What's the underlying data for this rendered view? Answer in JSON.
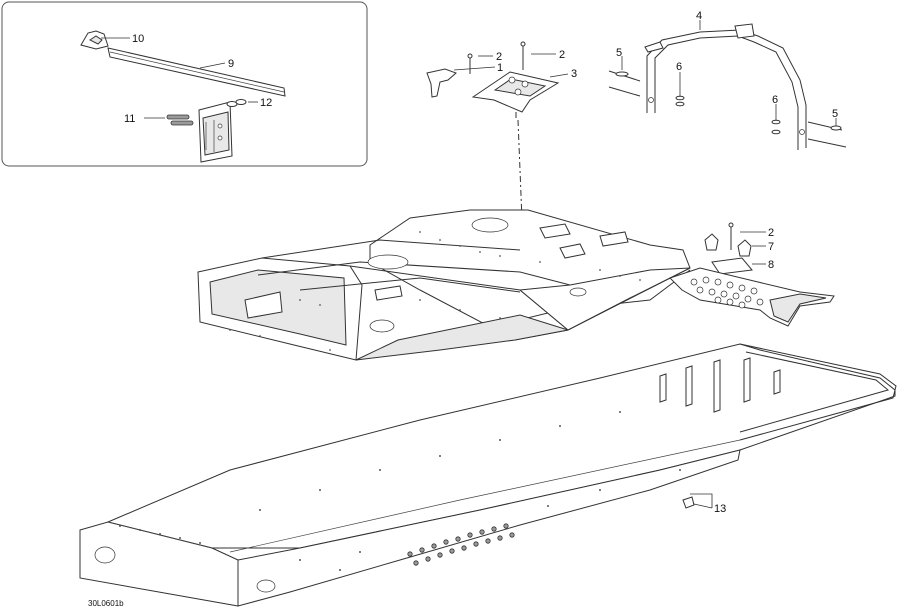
{
  "callouts": {
    "c1": "1",
    "c2a": "2",
    "c2b": "2",
    "c2c": "2",
    "c3": "3",
    "c4": "4",
    "c5a": "5",
    "c5b": "5",
    "c6a": "6",
    "c6b": "6",
    "c7": "7",
    "c8": "8",
    "c9": "9",
    "c10": "10",
    "c11": "11",
    "c12": "12",
    "c13": "13"
  },
  "reference_code": "30L0601b",
  "colors": {
    "line": "#333333",
    "background": "#ffffff",
    "inset_border": "#555555"
  }
}
